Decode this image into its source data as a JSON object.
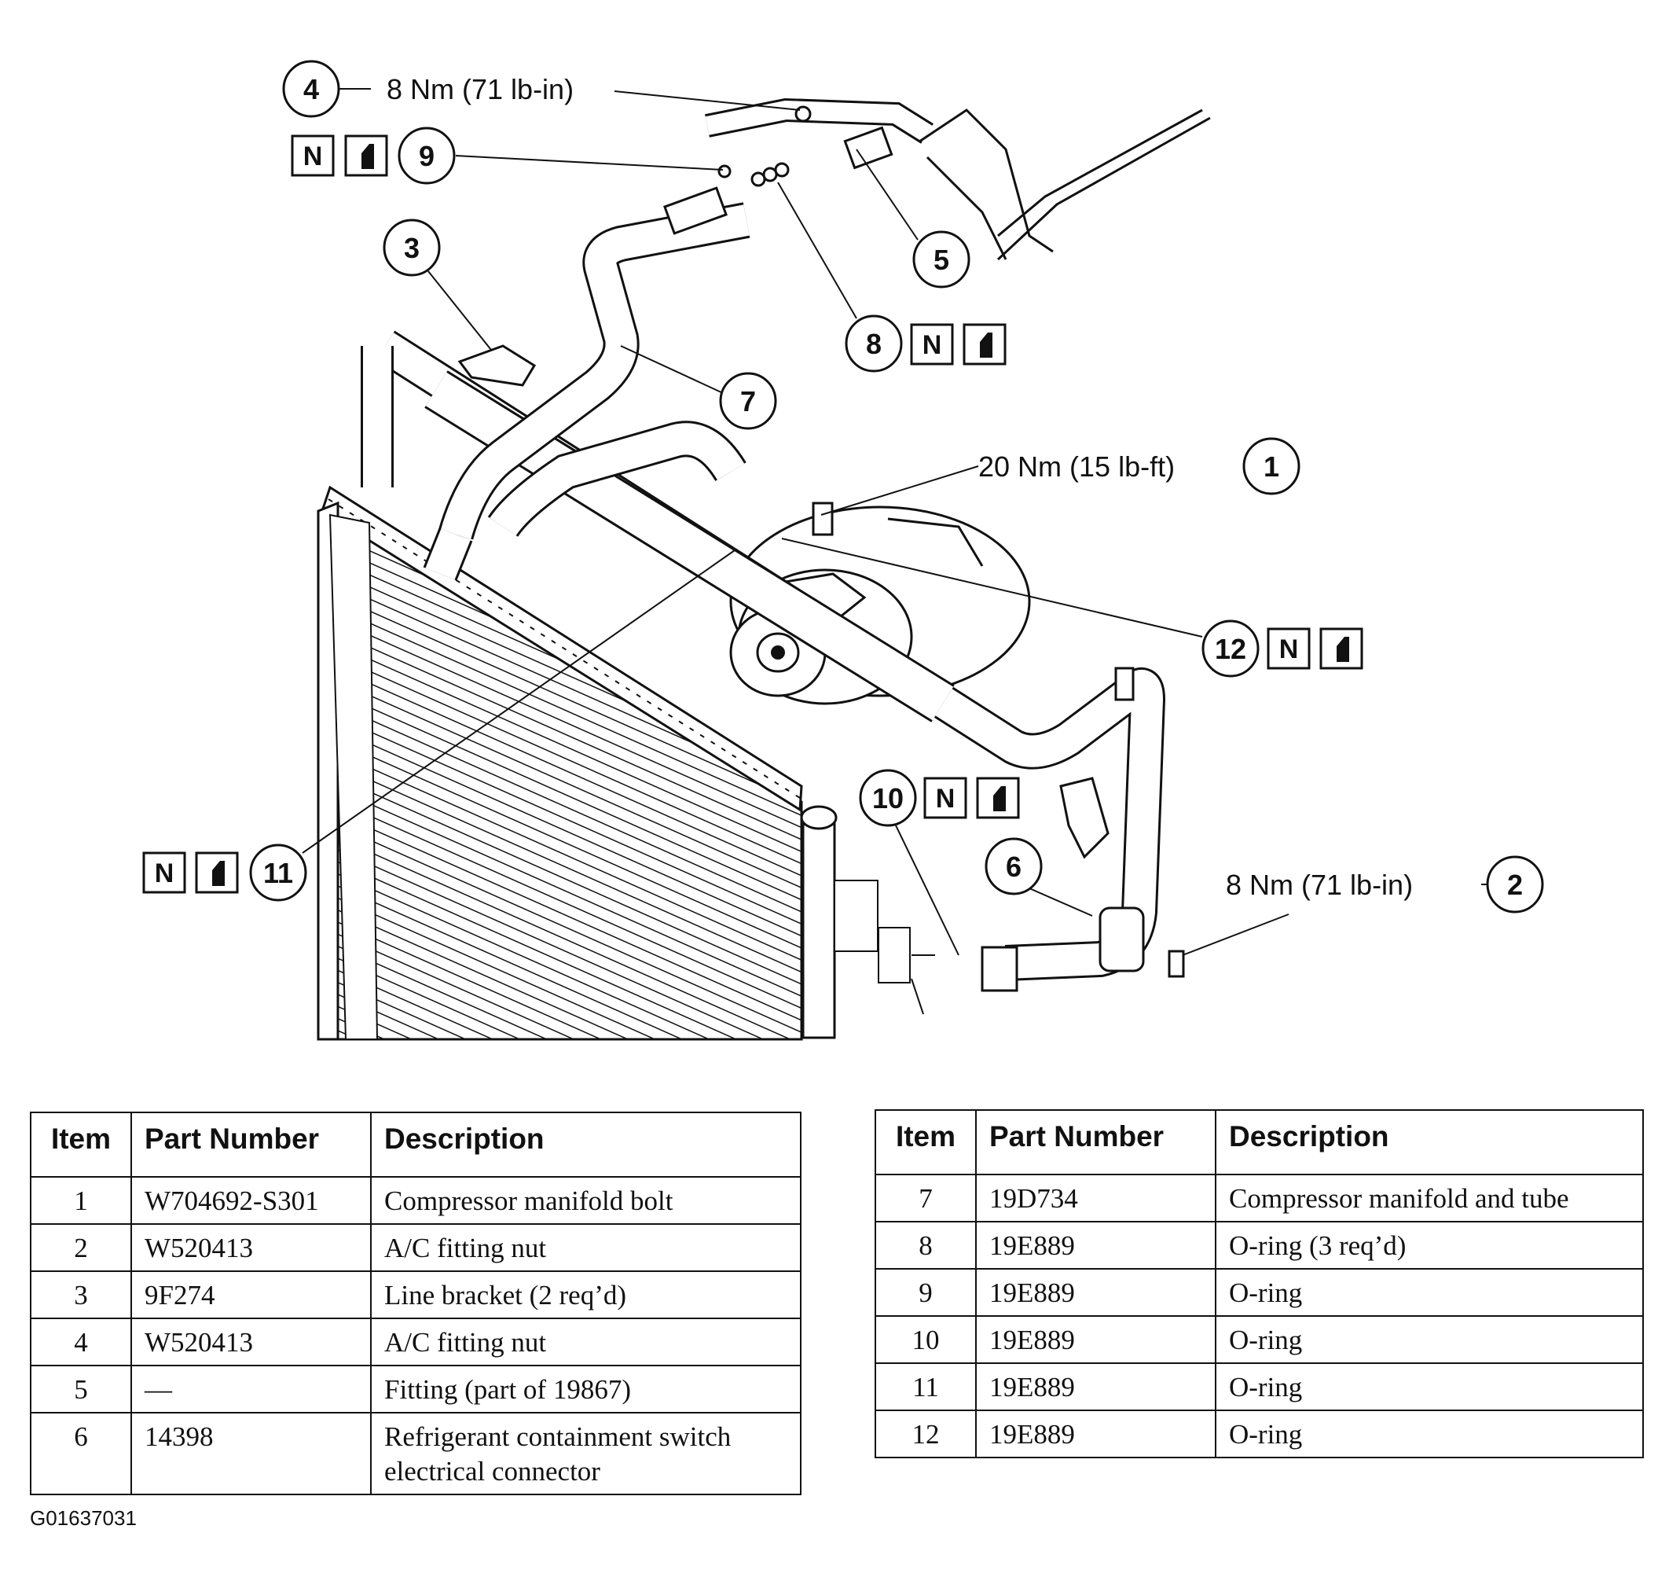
{
  "callouts": {
    "c1": {
      "num": "1",
      "text": "20 Nm (15 lb-ft)"
    },
    "c2": {
      "num": "2",
      "text": "8 Nm (71 lb-in)"
    },
    "c3": {
      "num": "3"
    },
    "c4": {
      "num": "4",
      "text": "8 Nm (71 lb-in)"
    },
    "c5": {
      "num": "5"
    },
    "c6": {
      "num": "6"
    },
    "c7": {
      "num": "7"
    },
    "c8": {
      "num": "8"
    },
    "c9": {
      "num": "9"
    },
    "c10": {
      "num": "10"
    },
    "c11": {
      "num": "11"
    },
    "c12": {
      "num": "12"
    }
  },
  "new_part_icon_letter": "N",
  "table_headers": {
    "item": "Item",
    "part_number": "Part Number",
    "description": "Description"
  },
  "parts_left": [
    {
      "item": "1",
      "part_number": "W704692-S301",
      "description": "Compressor manifold bolt"
    },
    {
      "item": "2",
      "part_number": "W520413",
      "description": "A/C fitting nut"
    },
    {
      "item": "3",
      "part_number": "9F274",
      "description": "Line bracket (2 req’d)"
    },
    {
      "item": "4",
      "part_number": "W520413",
      "description": "A/C fitting nut"
    },
    {
      "item": "5",
      "part_number": "—",
      "description": "Fitting (part of 19867)"
    },
    {
      "item": "6",
      "part_number": "14398",
      "description": "Refrigerant containment switch electrical connector"
    }
  ],
  "parts_right": [
    {
      "item": "7",
      "part_number": "19D734",
      "description": "Compressor manifold and tube"
    },
    {
      "item": "8",
      "part_number": "19E889",
      "description": "O-ring (3 req’d)"
    },
    {
      "item": "9",
      "part_number": "19E889",
      "description": "O-ring"
    },
    {
      "item": "10",
      "part_number": "19E889",
      "description": "O-ring"
    },
    {
      "item": "11",
      "part_number": "19E889",
      "description": "O-ring"
    },
    {
      "item": "12",
      "part_number": "19E889",
      "description": "O-ring"
    }
  ],
  "figure_code": "G01637031"
}
